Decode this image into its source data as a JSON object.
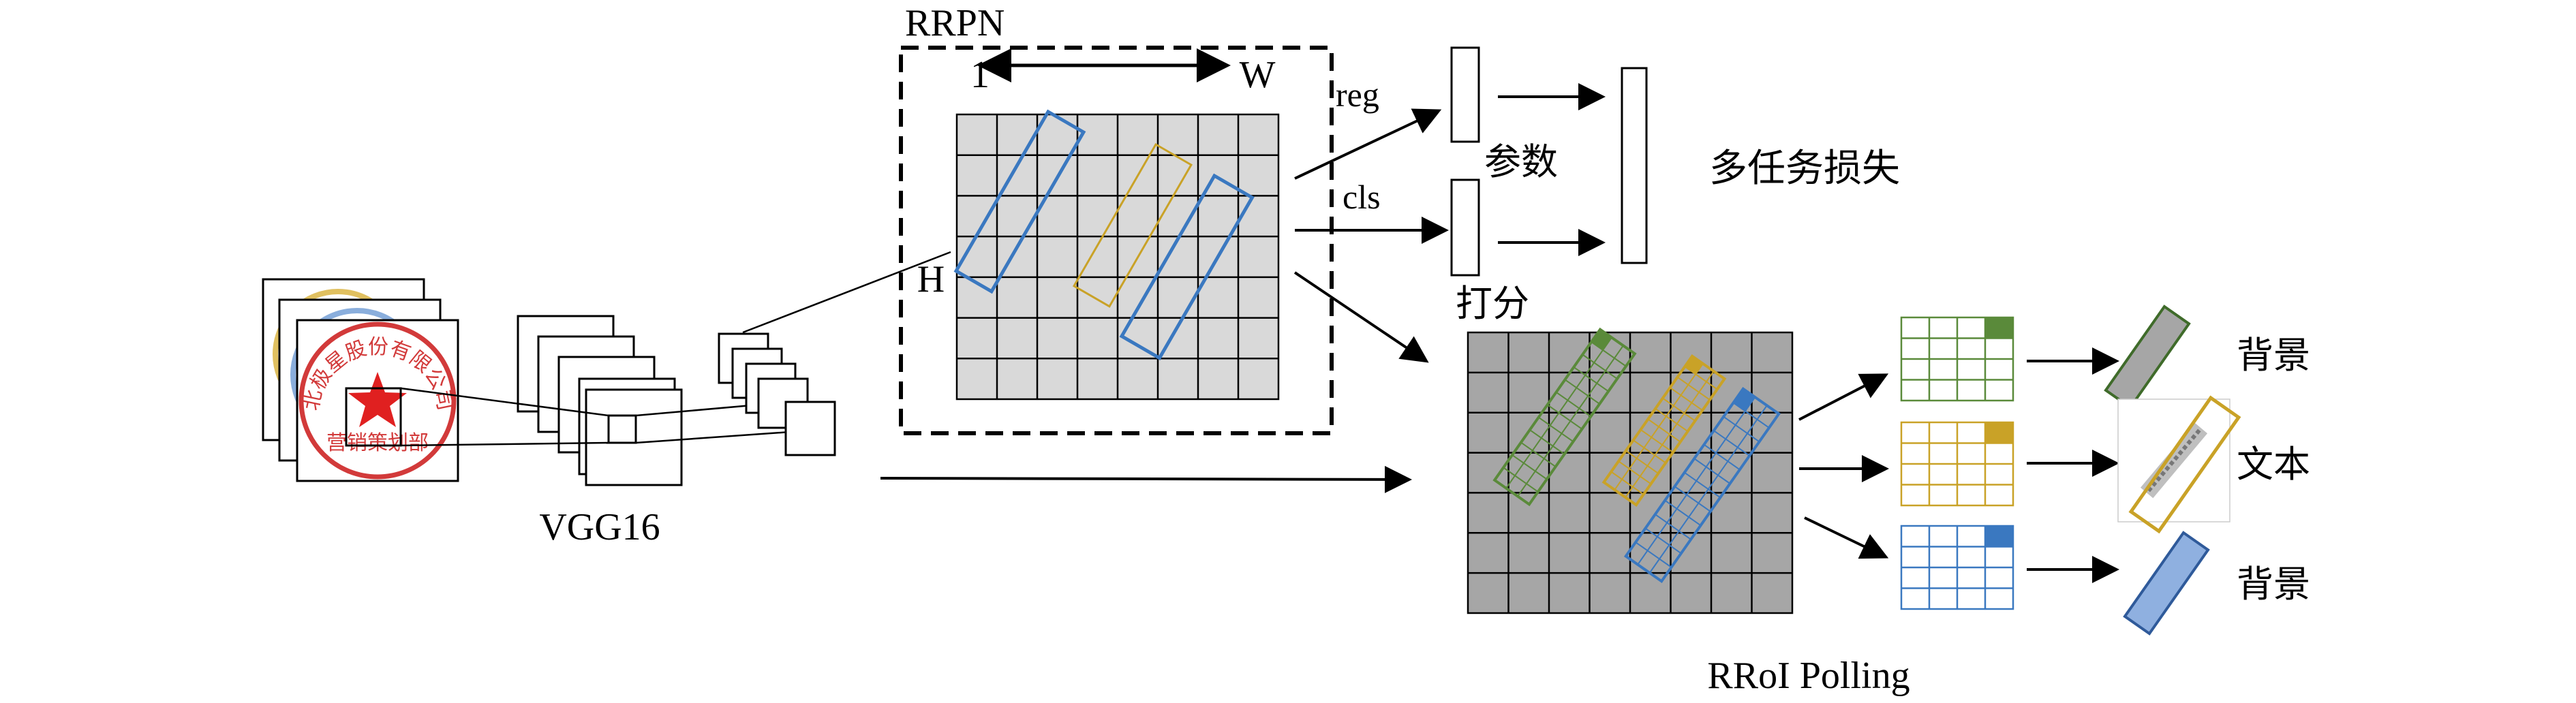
{
  "labels": {
    "vgg": "VGG16",
    "rrpn": "RRPN",
    "axis_one": "1",
    "axis_w": "W",
    "axis_h": "H",
    "reg": "reg",
    "cls": "cls",
    "params": "参数",
    "score": "打分",
    "multitask_loss": "多任务损失",
    "rroi_pooling": "RRoI Polling",
    "out_top": "背景",
    "out_mid": "文本",
    "out_bottom": "背景"
  },
  "seal": {
    "top_arc_text": "北极星股份有限公司",
    "bottom_text": "营销策划部"
  },
  "colors": {
    "grid_fill": "#d9d9d9",
    "pool_fill": "#a6a6a6",
    "blue": "#3a78c0",
    "gold": "#c9a227",
    "green": "#5a8a3a",
    "seal_red": "#d23a3a",
    "seal_yellow": "#e0c060",
    "seal_blue": "#8aaedc"
  },
  "icons": {
    "seal": "company-seal-icon",
    "star": "star-icon"
  }
}
